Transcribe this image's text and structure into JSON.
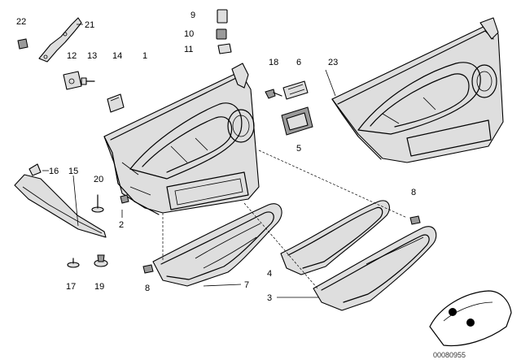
{
  "labels": {
    "l1": "1",
    "l2": "2",
    "l3": "3",
    "l4": "4",
    "l5": "5",
    "l6": "6",
    "l7": "7",
    "l8a": "8",
    "l8b": "8",
    "l9": "9",
    "l10": "10",
    "l11": "11",
    "l12": "12",
    "l13": "13",
    "l14": "14",
    "l15": "15",
    "l16": "16",
    "l17": "17",
    "l18": "18",
    "l19": "19",
    "l20": "20",
    "l21": "21",
    "l22": "22",
    "l23": "23"
  },
  "image_code": "00080955"
}
